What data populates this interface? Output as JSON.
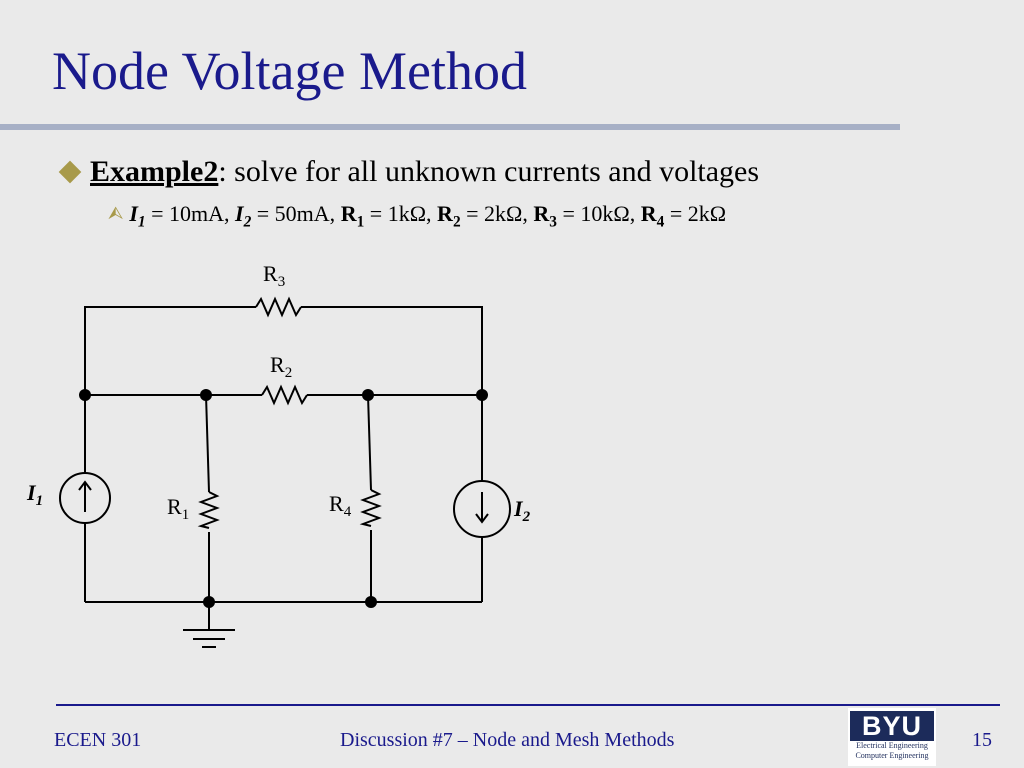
{
  "slide": {
    "title": "Node Voltage Method",
    "bullet1": {
      "label": "Example2",
      "text": ": solve for all unknown currents and voltages"
    },
    "bullet2": {
      "I1_name": "I",
      "I1_sub": "1",
      "I1_val": " = 10mA, ",
      "I2_name": "I",
      "I2_sub": "2",
      "I2_val": " = 50mA, ",
      "R1_name": "R",
      "R1_sub": "1",
      "R1_val": " = 1kΩ, ",
      "R2_name": "R",
      "R2_sub": "2",
      "R2_val": " = 2kΩ, ",
      "R3_name": "R",
      "R3_sub": "3",
      "R3_val": " = 10kΩ, ",
      "R4_name": "R",
      "R4_sub": "4",
      "R4_val": " = 2kΩ"
    }
  },
  "circuit": {
    "labels": {
      "R3": "R",
      "R3_sub": "3",
      "R2": "R",
      "R2_sub": "2",
      "R1": "R",
      "R1_sub": "1",
      "R4": "R",
      "R4_sub": "4",
      "I1": "I",
      "I1_sub": "1",
      "I2": "I",
      "I2_sub": "2"
    }
  },
  "footer": {
    "course": "ECEN 301",
    "topic": "Discussion #7 – Node and Mesh Methods",
    "page": "15",
    "logo_text": "BYU",
    "logo_line1": "Electrical Engineering",
    "logo_line2": "Computer Engineering"
  }
}
